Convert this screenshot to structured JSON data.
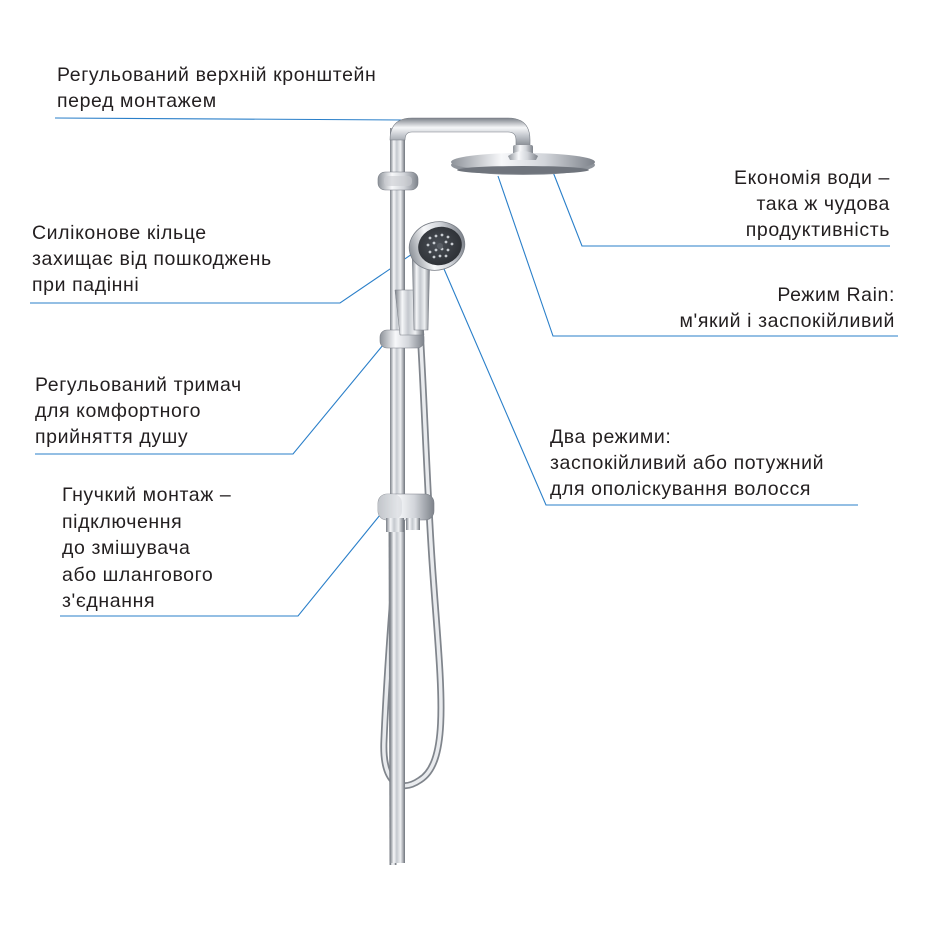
{
  "annotations": {
    "top_bracket": {
      "line1": "Регульований верхній кронштейн",
      "line2": "перед монтажем"
    },
    "silicone_ring": {
      "line1": "Силіконове кільце",
      "line2": "захищає від пошкоджень",
      "line3": "при падінні"
    },
    "holder": {
      "line1": "Регульований тримач",
      "line2": "для комфортного",
      "line3": "прийняття душу"
    },
    "flexible_mount": {
      "line1": "Гнучкий монтаж –",
      "line2": "підключення",
      "line3": "до змішувача",
      "line4": "або шлангового",
      "line5": "з'єднання"
    },
    "water_saving": {
      "line1": "Економія води –",
      "line2": "така ж чудова",
      "line3": "продуктивність"
    },
    "rain_mode": {
      "line1": "Режим Rain:",
      "line2": "м'який і заспокійливий"
    },
    "two_modes": {
      "line1": "Два режими:",
      "line2": "заспокійливий або потужний",
      "line3": "для ополіскування волосся"
    }
  },
  "colors": {
    "leader_line": "#2a7fc9",
    "text": "#231f20",
    "chrome_light": "#f4f5f7",
    "chrome_mid": "#b9bdc4",
    "chrome_dark": "#6e737b",
    "handshower_face": "#3b3f45",
    "nozzle_dot": "#c9cdd2"
  }
}
